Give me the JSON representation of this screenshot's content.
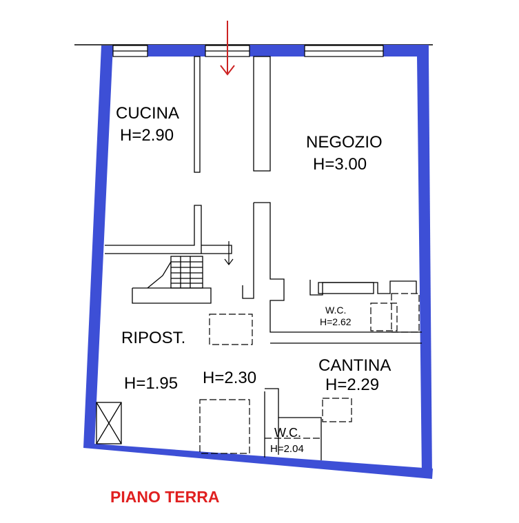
{
  "colors": {
    "outer_wall": "#3d4fd6",
    "inner_line": "#000000",
    "arrow": "#cc2222",
    "title": "#e02020"
  },
  "rooms": [
    {
      "name": "CUCINA",
      "height": "H=2.90"
    },
    {
      "name": "NEGOZIO",
      "height": "H=3.00"
    },
    {
      "name": "RIPOST.",
      "height": "H=1.95",
      "height2": "H=2.30"
    },
    {
      "name": "W.C.",
      "height": "H=2.62"
    },
    {
      "name": "CANTINA",
      "height": "H=2.29"
    },
    {
      "name": "W.C.",
      "height": "H=2.04"
    }
  ],
  "title": "PIANO TERRA",
  "icons": [
    "entrance-arrow",
    "stair-arrow",
    "elevator-shaft-cross"
  ]
}
